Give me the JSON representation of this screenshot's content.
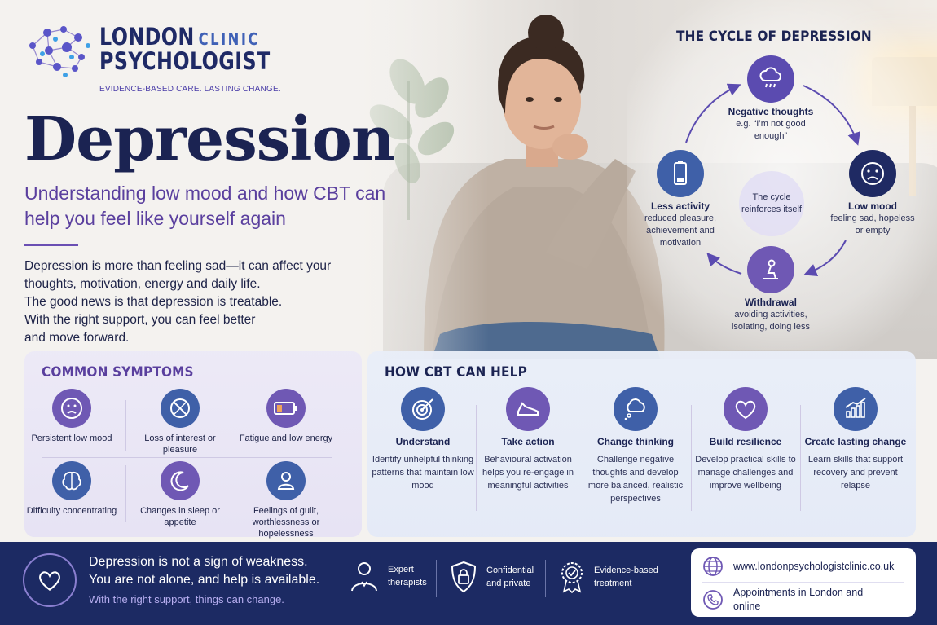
{
  "brand": {
    "name_line1": "LONDON",
    "name_clinic": "CLINIC",
    "name_line2": "PSYCHOLOGIST",
    "tagline": "EVIDENCE-BASED CARE. LASTING CHANGE."
  },
  "hero": {
    "title": "Depression",
    "subtitle": "Understanding low mood and how CBT can help you feel like yourself again",
    "intro": [
      "Depression is more than feeling sad—it can affect your",
      "thoughts, motivation, energy and daily life.",
      "The good news is that depression is treatable.",
      "With the right support, you can feel better",
      "and move forward."
    ]
  },
  "cycle": {
    "title": "THE CYCLE OF DEPRESSION",
    "center": "The cycle reinforces itself",
    "nodes": [
      {
        "label": "Negative thoughts",
        "desc": "e.g. “I’m not good enough”",
        "icon": "rain-cloud-icon"
      },
      {
        "label": "Low mood",
        "desc": "feeling sad, hopeless or empty",
        "icon": "sad-face-icon"
      },
      {
        "label": "Withdrawal",
        "desc": "avoiding activities, isolating, doing less",
        "icon": "sitting-person-icon"
      },
      {
        "label": "Less activity",
        "desc": "reduced pleasure, achievement and motivation",
        "icon": "low-battery-icon"
      }
    ]
  },
  "symptoms": {
    "title": "COMMON SYMPTOMS",
    "items": [
      {
        "label": "Persistent low mood",
        "icon": "sad-face-icon"
      },
      {
        "label": "Loss of interest or pleasure",
        "icon": "crossed-circle-icon"
      },
      {
        "label": "Fatigue and low energy",
        "icon": "low-battery-icon"
      },
      {
        "label": "Difficulty concentrating",
        "icon": "brain-icon"
      },
      {
        "label": "Changes in sleep or appetite",
        "icon": "moon-icon"
      },
      {
        "label": "Feelings of guilt, worthlessness or hopelessness",
        "icon": "person-icon"
      }
    ]
  },
  "cbt": {
    "title": "HOW CBT CAN HELP",
    "steps": [
      {
        "label": "Understand",
        "desc": "Identify unhelpful thinking patterns that maintain low mood",
        "icon": "target-icon"
      },
      {
        "label": "Take action",
        "desc": "Behavioural activation helps you re-engage in meaningful activities",
        "icon": "shoe-icon"
      },
      {
        "label": "Change thinking",
        "desc": "Challenge negative thoughts and develop more balanced, realistic perspectives",
        "icon": "thought-bubble-icon"
      },
      {
        "label": "Build resilience",
        "desc": "Develop practical skills to manage challenges and improve wellbeing",
        "icon": "heart-icon"
      },
      {
        "label": "Create lasting change",
        "desc": "Learn skills that support recovery and prevent relapse",
        "icon": "growth-chart-icon"
      }
    ]
  },
  "footer": {
    "line1": "Depression is not a sign of weakness.",
    "line2": "You are not alone, and help is available.",
    "line3": "With the right support, things can change.",
    "badges": [
      {
        "text": "Expert therapists",
        "icon": "therapist-icon"
      },
      {
        "text": "Confidential and private",
        "icon": "shield-lock-icon"
      },
      {
        "text": "Evidence-based treatment",
        "icon": "award-icon"
      }
    ],
    "website": "www.londonpsychologistclinic.co.uk",
    "appointments": "Appointments in London and online"
  },
  "colors": {
    "navy": "#1c2a63",
    "purple": "#6f58b4",
    "blue": "#3f60a8",
    "accent_text": "#5a3f9e"
  }
}
